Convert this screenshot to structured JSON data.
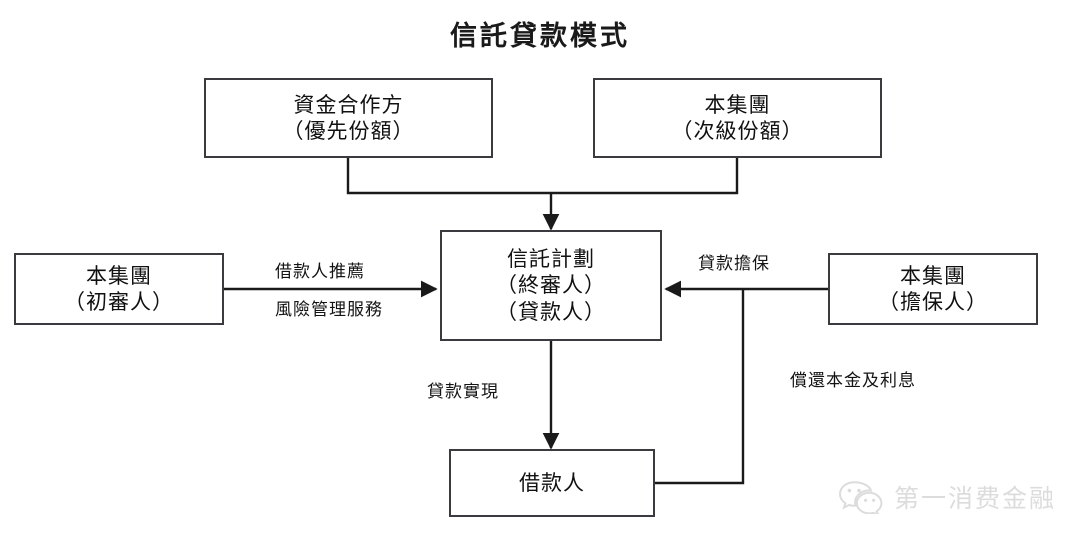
{
  "title": "信託貸款模式",
  "nodes": {
    "funding_partner": {
      "line1": "資金合作方",
      "line2": "（優先份額）"
    },
    "group_subordinate": {
      "line1": "本集團",
      "line2": "（次級份額）"
    },
    "group_initial_reviewer": {
      "line1": "本集團",
      "line2": "（初審人）"
    },
    "trust_plan": {
      "line1": "信託計劃",
      "line2": "（終審人）",
      "line3": "（貸款人）"
    },
    "group_guarantor": {
      "line1": "本集團",
      "line2": "（擔保人）"
    },
    "borrower": {
      "line1": "借款人"
    }
  },
  "edge_labels": {
    "borrower_recommendation": "借款人推薦",
    "risk_management_service": "風險管理服務",
    "loan_guarantee": "貸款擔保",
    "loan_disbursement": "貸款實現",
    "repay_principal_interest": "償還本金及利息"
  },
  "watermark": {
    "icon": "wechat-icon",
    "text": "第一消费金融"
  },
  "colors": {
    "background": "#ffffff",
    "box_border": "#3b3b3f",
    "line": "#1a1a1a",
    "text": "#111111",
    "title": "#1a1a1a",
    "watermark": "#8d8d8d"
  }
}
